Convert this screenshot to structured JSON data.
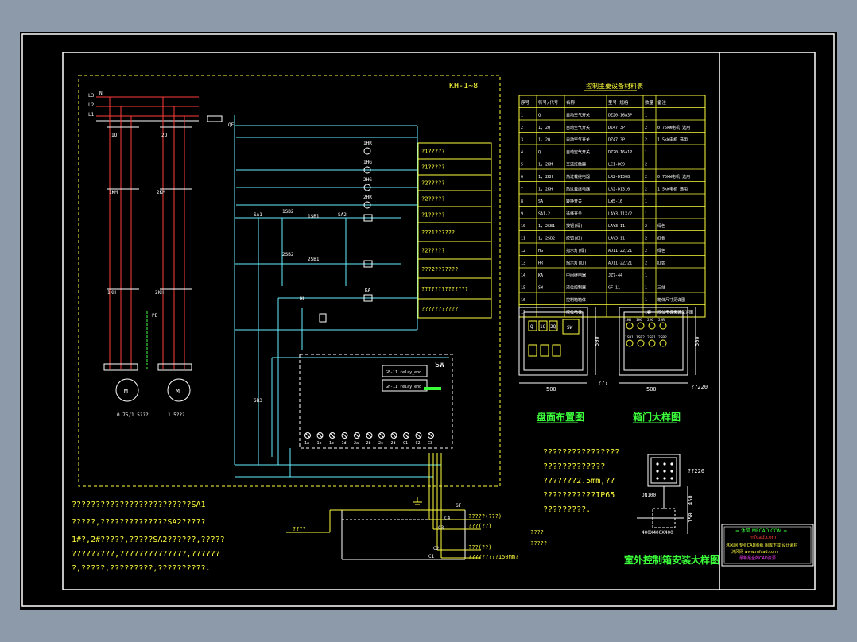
{
  "drawing": {
    "region_label": "KH-1~8",
    "sw_label": "SW",
    "phase_labels": [
      "L3",
      "L2",
      "L1"
    ],
    "n_label": "N",
    "qf_label": "QF",
    "motor_labels": [
      "1Q",
      "2Q"
    ],
    "motor_caption": [
      "0.75/1.5???",
      "1.5???"
    ],
    "pe_label": "PE",
    "contactor_labels": [
      "1KM",
      "2KM"
    ],
    "thermal_labels": [
      "1KH",
      "2KH"
    ],
    "relay_labels": [
      "KA",
      "HL",
      "1SB2",
      "2SB2",
      "1SB1",
      "2SB1",
      "SA1",
      "SA2",
      "SB3"
    ],
    "lamp_labels": [
      "1HR",
      "1HG",
      "2HG",
      "2HR"
    ],
    "sensor_labels": [
      "GF",
      "C4",
      "C3",
      "C2",
      "C1"
    ],
    "sensor_notes": [
      "?????(???)",
      "???(??)",
      "???(??)",
      "?????????150mm?"
    ],
    "side_notes": [
      "????",
      "?????"
    ],
    "left_in_label": "????",
    "relay_box": [
      "GF-11 relay_end",
      "GF-11 relay_end"
    ],
    "terminal_labels": [
      "1a",
      "1b",
      "1c",
      "1d",
      "2a",
      "2b",
      "2c",
      "2d",
      "C1",
      "C2",
      "C3"
    ]
  },
  "legend_boxes": [
    "?1?????",
    "?1?????",
    "?2?????",
    "?2?????",
    "?1?????",
    "???1??????",
    "?2?????",
    "???2???????",
    "??????????????",
    "???????????"
  ],
  "bom": {
    "title": "控制主要设备材料表",
    "headers": [
      "序号",
      "符号/代号",
      "名称",
      "型号 规格",
      "数量",
      "备注"
    ],
    "rows": [
      [
        "1",
        "Q",
        "自动空气开关",
        "DZ20-16A3P",
        "1",
        ""
      ],
      [
        "2",
        "1, 2Q",
        "自动空气开关",
        "DZ47 3P",
        "2",
        "0.75kW电机 选用"
      ],
      [
        "3",
        "1, 2Q",
        "自动空气开关",
        "DZ47 3P",
        "2",
        "1.5kW电机 选用"
      ],
      [
        "4",
        "Q",
        "自动空气开关",
        "DZ20-16A1P",
        "1",
        ""
      ],
      [
        "5",
        "1, 2KM",
        "交流接触器",
        "LC1-D09",
        "2",
        ""
      ],
      [
        "6",
        "1, 2KH",
        "热过载继电器",
        "LR2-D1308",
        "2",
        "0.75kW电机 选用"
      ],
      [
        "7",
        "1, 2KH",
        "热过载继电器",
        "LR2-D1310",
        "2",
        "1.5kW电机 选用"
      ],
      [
        "8",
        "SA",
        "转换开关",
        "LW5-16",
        "1",
        ""
      ],
      [
        "9",
        "SA1,2",
        "选择开关",
        "LAY3-11X/2",
        "1",
        ""
      ],
      [
        "10",
        "1, 2SB1",
        "按钮(绿)",
        "LAY3-11",
        "2",
        "绿色"
      ],
      [
        "11",
        "1, 2SB2",
        "按钮(红)",
        "LAY3-11",
        "2",
        "红色"
      ],
      [
        "12",
        "HG",
        "指示灯(绿)",
        "AD11-22/21",
        "2",
        "绿色"
      ],
      [
        "13",
        "HR",
        "指示灯(红)",
        "AD11-22/21",
        "2",
        "红色"
      ],
      [
        "14",
        "KA",
        "中间继电器",
        "JZ7-44",
        "1",
        ""
      ],
      [
        "15",
        "SW",
        "液位控制器",
        "GF-11",
        "1",
        "三线"
      ],
      [
        "16",
        "",
        "控制箱箱体",
        "",
        "1",
        "箱体尺寸见详图"
      ],
      [
        "17",
        "",
        "液位电极",
        "",
        "1套",
        "液位电极安装见详图"
      ]
    ]
  },
  "panel": {
    "title": "盘面布置图",
    "door_title": "箱门大样图",
    "dim_width": "500",
    "dim_height": "500",
    "depth_note": "???",
    "right_note": "??220",
    "panel_labels": [
      "Q",
      "1Q",
      "2Q",
      "SW"
    ],
    "door_labels": [
      "1HR",
      "1HG",
      "2HG",
      "2HR",
      "1SB1",
      "1SB2",
      "2SB1",
      "2SB2"
    ]
  },
  "install": {
    "title": "室外控制箱安装大样图",
    "notes": [
      "????????????????",
      "?????????????",
      "???????2.5mm,??",
      "???????????IP65",
      "?????????."
    ],
    "dim_450": "450",
    "dim_150": "150",
    "right_note": "??220",
    "base_label": "DN100",
    "base_note": "400X400X400"
  },
  "footnotes": [
    "?????????????????????????SA1",
    "?????,??????????????SA2?????",
    "1#?,2#?????,?????SA2??????,?????",
    "?????????,??????????????,??????",
    "?,?????,?????????,??????????."
  ],
  "title_block": {
    "line1": "= 沐风 MFCAD.COM =",
    "line2": "mfcad.com",
    "line3": "沐风网 专业CAD图纸 图库下载 设计素材",
    "line4": "沐风网 www.mfcad.com",
    "line5": "最新最全的CAD资源"
  },
  "colors": {
    "yellow": "#ffff3c",
    "red": "#ff3c3c",
    "cyan": "#64f0ff",
    "green": "#3cff3c",
    "white": "#ffffff",
    "magenta": "#ff40ff"
  }
}
